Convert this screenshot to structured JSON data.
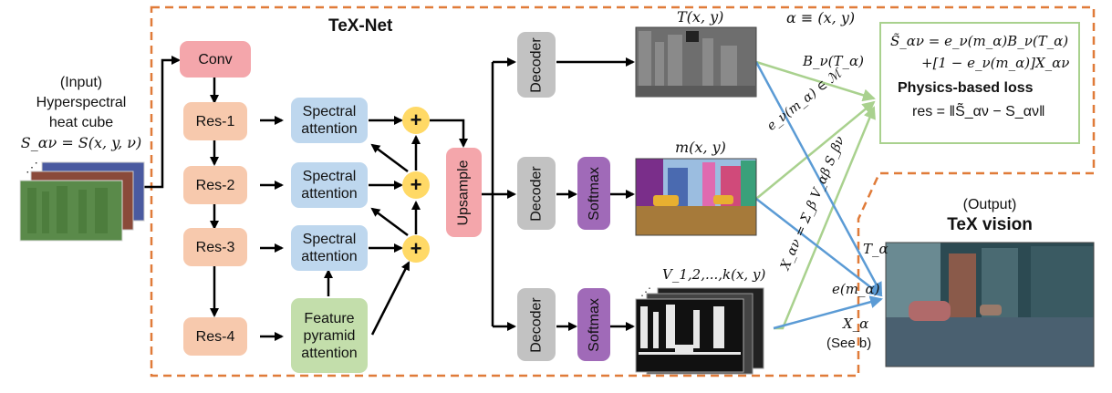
{
  "title": "TeX-Net",
  "alpha_def": "α ≡ (x, y)",
  "input": {
    "line1": "(Input)",
    "line2": "Hyperspectral",
    "line3": "heat cube",
    "formula": "S_αν = S(x, y, ν)"
  },
  "blocks": {
    "conv": "Conv",
    "res1": "Res-1",
    "res2": "Res-2",
    "res3": "Res-3",
    "res4": "Res-4",
    "spectral_attention": "Spectral attention",
    "fpa": "Feature pyramid attention",
    "upsample": "Upsample",
    "decoder": "Decoder",
    "softmax": "Softmax",
    "plus": "+"
  },
  "outputs_labels": {
    "temperature": "T(x, y)",
    "material": "m(x, y)",
    "texture": "V_1,2,...,k(x, y)"
  },
  "arrow_labels": {
    "planck": "B_ν(T_α)",
    "emissivity": "e_ν(m_α) ∈ ℳ",
    "env": "X_αν = Σ_β V_αβ S_βν"
  },
  "loss": {
    "eq1": "S̃_αν = e_ν(m_α)B_ν(T_α)",
    "eq2": "+[1 − e_ν(m_α)]X_αν",
    "title": "Physics-based loss",
    "res": "res = ‖S̃_αν − S_αν‖"
  },
  "output": {
    "line1": "(Output)",
    "line2": "TeX vision",
    "T_label": "T_α",
    "e_label": "e(m_α)",
    "X_label": "X_α",
    "see_b": "(See b)"
  },
  "colors": {
    "dashed_border": "#e07b39",
    "green_arrow": "#a9d18e",
    "blue_arrow": "#5b9bd5"
  }
}
